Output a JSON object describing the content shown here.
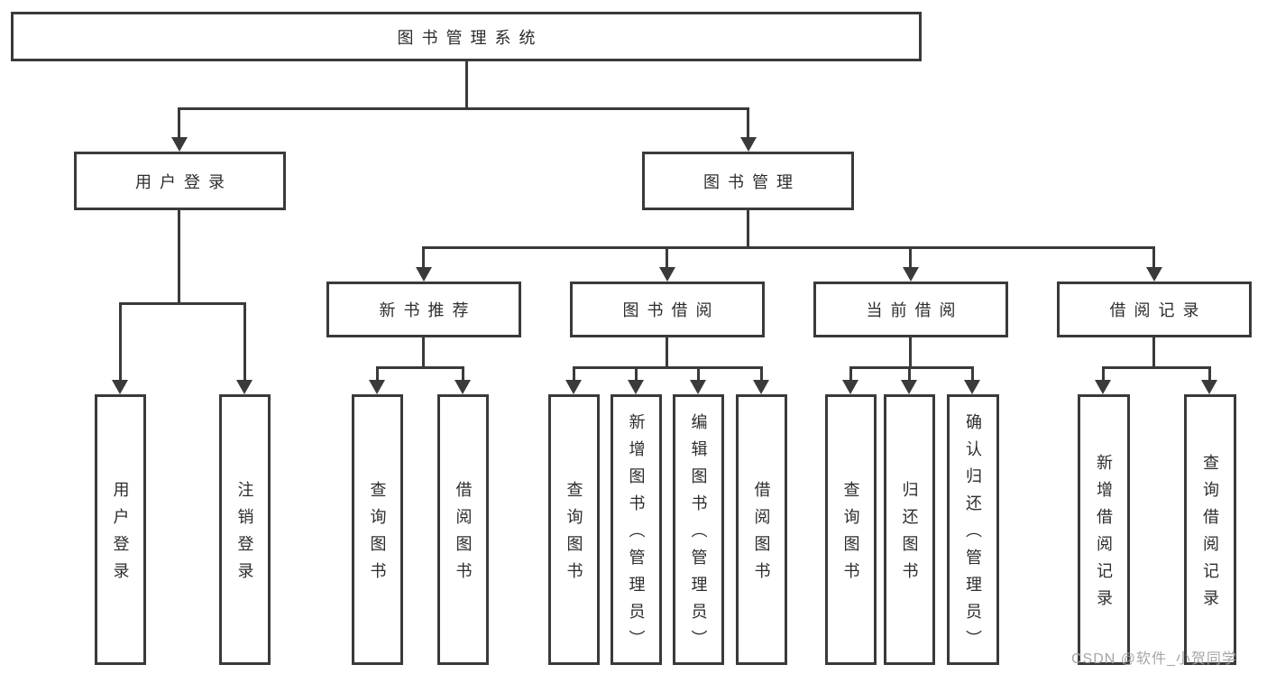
{
  "tree": {
    "label": "图书管理系统",
    "children": [
      {
        "label": "用户登录",
        "children": [
          {
            "label": "用户登录"
          },
          {
            "label": "注销登录"
          }
        ]
      },
      {
        "label": "图书管理",
        "children": [
          {
            "label": "新书推荐",
            "children": [
              {
                "label": "查询图书"
              },
              {
                "label": "借阅图书"
              }
            ]
          },
          {
            "label": "图书借阅",
            "children": [
              {
                "label": "查询图书"
              },
              {
                "label": "新增图书（管理员）"
              },
              {
                "label": "编辑图书（管理员）"
              },
              {
                "label": "借阅图书"
              }
            ]
          },
          {
            "label": "当前借阅",
            "children": [
              {
                "label": "查询图书"
              },
              {
                "label": "归还图书"
              },
              {
                "label": "确认归还（管理员）"
              }
            ]
          },
          {
            "label": "借阅记录",
            "children": [
              {
                "label": "新增借阅记录"
              },
              {
                "label": "查询借阅记录"
              }
            ]
          }
        ]
      }
    ]
  },
  "watermark": {
    "text": "CSDN @软件_小贺同学"
  },
  "colors": {
    "line": "#3a3a3a",
    "text": "#2d2d2d",
    "watermark": "#a6a6a6",
    "background": "#ffffff"
  }
}
